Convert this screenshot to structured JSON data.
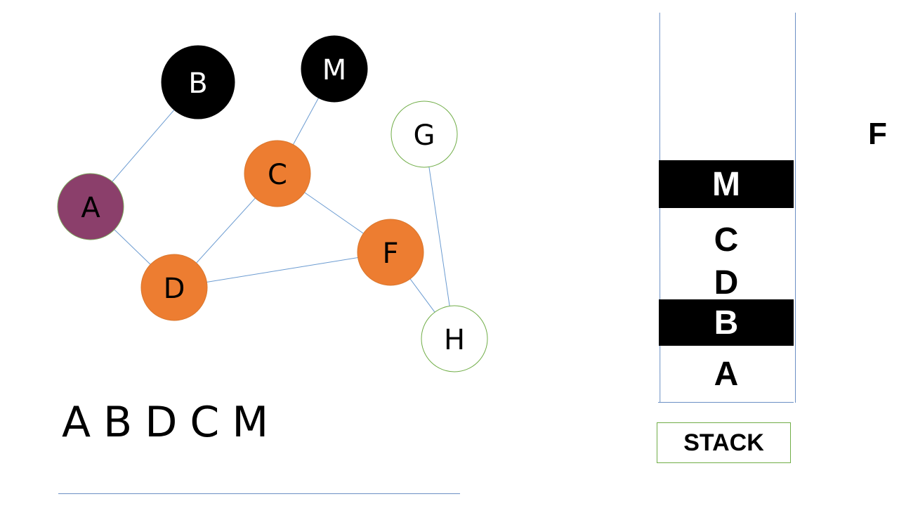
{
  "graph": {
    "nodes": [
      {
        "id": "B",
        "label": "B",
        "fill": "#000000",
        "stroke": "#000000",
        "text_color": "#ffffff"
      },
      {
        "id": "M",
        "label": "M",
        "fill": "#000000",
        "stroke": "#000000",
        "text_color": "#ffffff"
      },
      {
        "id": "G",
        "label": "G",
        "fill": "#ffffff",
        "stroke": "#70ad47",
        "text_color": "#000000"
      },
      {
        "id": "C",
        "label": "C",
        "fill": "#ed7d31",
        "stroke": "#d9772e",
        "text_color": "#000000"
      },
      {
        "id": "A",
        "label": "A",
        "fill": "#8b3f6b",
        "stroke": "#7aa05a",
        "text_color": "#000000"
      },
      {
        "id": "F",
        "label": "F",
        "fill": "#ed7d31",
        "stroke": "#d9772e",
        "text_color": "#000000"
      },
      {
        "id": "D",
        "label": "D",
        "fill": "#ed7d31",
        "stroke": "#d9772e",
        "text_color": "#000000"
      },
      {
        "id": "H",
        "label": "H",
        "fill": "#ffffff",
        "stroke": "#70ad47",
        "text_color": "#000000"
      }
    ],
    "edges": [
      [
        "A",
        "B"
      ],
      [
        "A",
        "D"
      ],
      [
        "D",
        "C"
      ],
      [
        "C",
        "M"
      ],
      [
        "C",
        "F"
      ],
      [
        "D",
        "F"
      ],
      [
        "F",
        "H"
      ],
      [
        "G",
        "H"
      ]
    ],
    "edge_color": "#6b9bd1"
  },
  "traversal": [
    "A",
    "B",
    "D",
    "C",
    "M"
  ],
  "stack": {
    "items_top_to_bottom": [
      {
        "label": "M",
        "style": "dark"
      },
      {
        "label": "C",
        "style": "light"
      },
      {
        "label": "D",
        "style": "light"
      },
      {
        "label": "B",
        "style": "dark"
      },
      {
        "label": "A",
        "style": "light"
      }
    ],
    "label": "STACK"
  },
  "current_node": "F"
}
